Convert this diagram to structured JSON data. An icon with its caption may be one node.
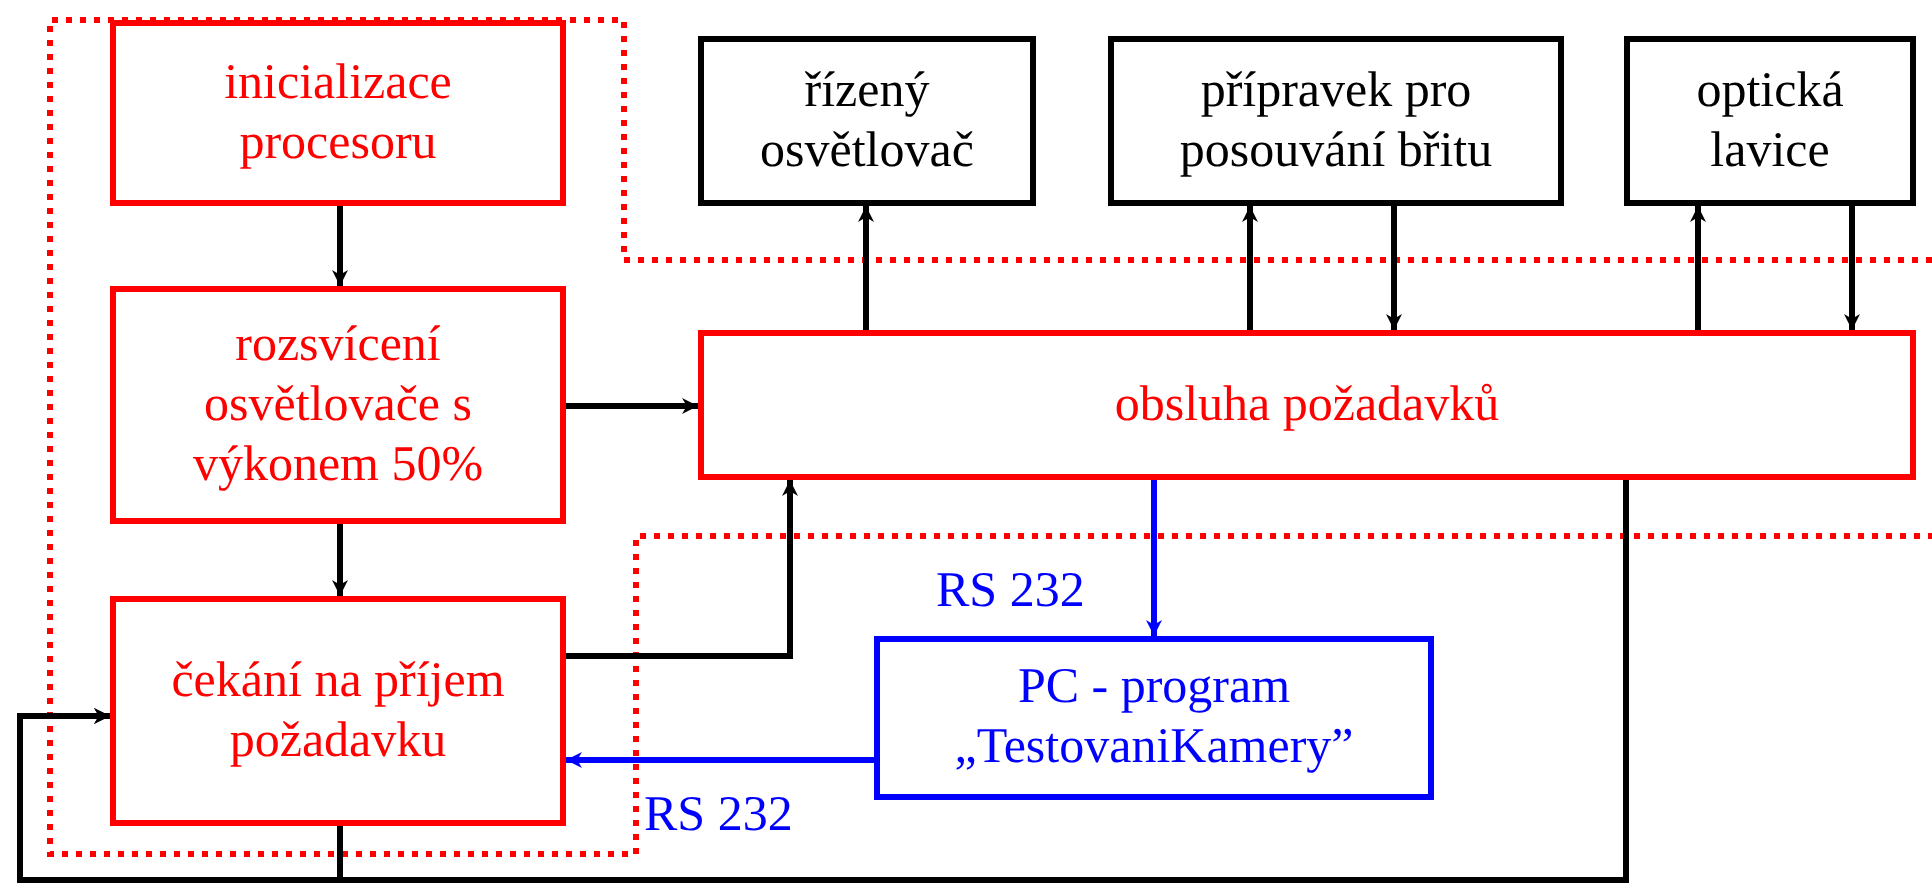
{
  "diagram": {
    "nodes": [
      {
        "text": [
          "inicializace procesoru"
        ]
      },
      {
        "text": [
          "rozsvícení osvětlovače s výkonem 50%"
        ]
      },
      {
        "text": [
          "čekání na příjem požadavku"
        ]
      },
      {
        "text": [
          "obsluha požadavků"
        ]
      },
      {
        "text": [
          "řízený osvětlovač"
        ]
      },
      {
        "text": [
          "přípravek pro posouvání břitu"
        ]
      },
      {
        "text": [
          "optická lavice"
        ]
      },
      {
        "text": [
          "PC - program „TestovaniKamery”"
        ]
      }
    ],
    "edges": [
      {
        "from": 0,
        "to": 1,
        "arrow": "to"
      },
      {
        "from": 1,
        "to": 2,
        "arrow": "to"
      },
      {
        "from": 1,
        "to": 3,
        "arrow": "to"
      },
      {
        "from": 2,
        "to": 3,
        "arrow": "to"
      },
      {
        "from": 3,
        "to": 4,
        "arrow": "to"
      },
      {
        "from": 3,
        "to": 5,
        "arrow": "to"
      },
      {
        "from": 5,
        "to": 3,
        "arrow": "to"
      },
      {
        "from": 3,
        "to": 6,
        "arrow": "to"
      },
      {
        "from": 6,
        "to": 3,
        "arrow": "to"
      },
      {
        "from": 3,
        "to": 7,
        "arrow": "to",
        "label": "RS 232",
        "color": "#0000ff"
      },
      {
        "from": 7,
        "to": 2,
        "arrow": "to",
        "label": "RS 232",
        "color": "#0000ff"
      },
      {
        "from": 3,
        "to": 2,
        "arrow": "to"
      },
      {
        "from": 2,
        "to": 2,
        "arrow": "to"
      }
    ]
  }
}
